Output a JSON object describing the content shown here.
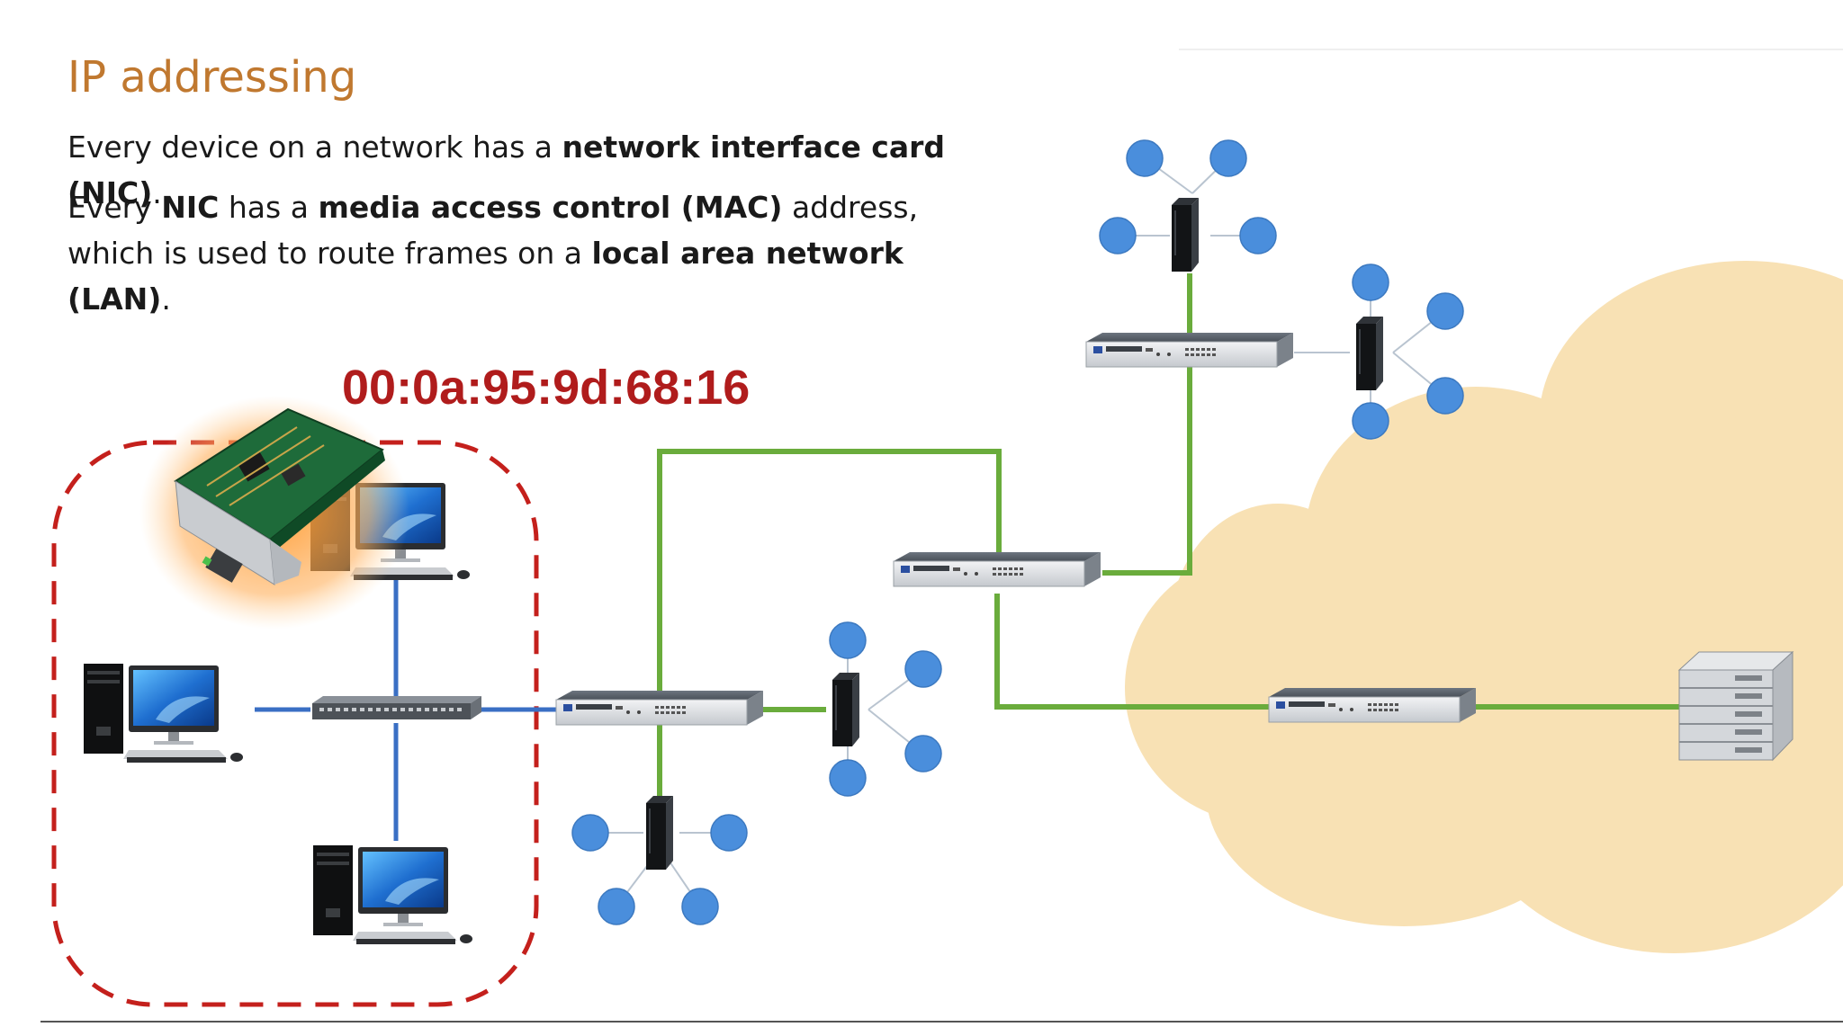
{
  "slide": {
    "title": "IP addressing",
    "paragraph1": {
      "t1": "Every device on a network has a ",
      "b1": "network interface card (NIC)",
      "t2": "."
    },
    "paragraph2": {
      "t1": "Every ",
      "b1": "NIC",
      "t2": " has a ",
      "b2": "media access control (MAC)",
      "t3": " address, which is used to route frames on a ",
      "b3": "local area network (LAN)",
      "t4": "."
    },
    "mac_address": "00:0a:95:9d:68:16"
  },
  "colors": {
    "title": "#c0782f",
    "mac": "#b01c1c",
    "lan_boundary": "#c4201c",
    "lan_links": "#3a6fc4",
    "wan_links": "#6aac3c",
    "wireless_nodes": "#4a8edc",
    "cloud": "#f8e1b4"
  },
  "icons": [
    "nic-card-icon",
    "desktop-computer-icon",
    "network-switch-icon",
    "router-icon",
    "wireless-access-point-icon",
    "server-rack-icon",
    "internet-cloud-icon"
  ]
}
